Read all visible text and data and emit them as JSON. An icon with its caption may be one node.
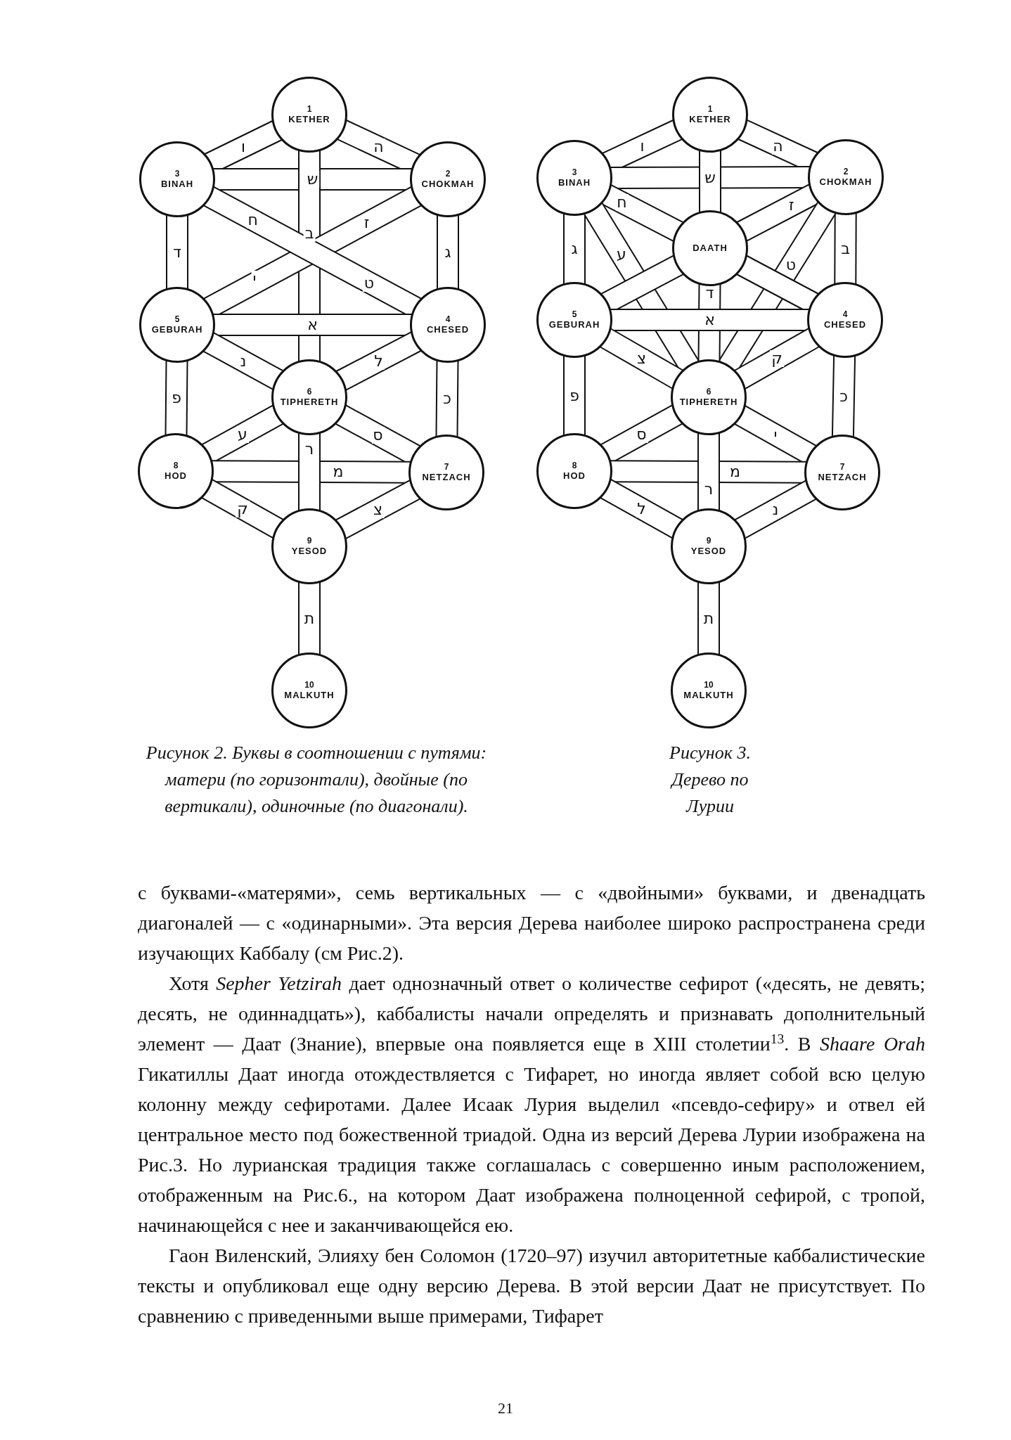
{
  "diagram": {
    "nodes": [
      {
        "text": [
          "1",
          "KETHER"
        ]
      },
      {
        "text": [
          "3",
          "BINAH"
        ]
      },
      {
        "text": [
          "2",
          "CHOKMAH"
        ]
      },
      {
        "text": [
          "5",
          "GEBURAH"
        ]
      },
      {
        "text": [
          "4",
          "CHESED"
        ]
      },
      {
        "text": [
          "6",
          "TIPHERETH"
        ]
      },
      {
        "text": [
          "8",
          "HOD"
        ]
      },
      {
        "text": [
          "7",
          "NETZACH"
        ]
      },
      {
        "text": [
          "9",
          "YESOD"
        ]
      },
      {
        "text": [
          "10",
          "MALKUTH"
        ]
      },
      {
        "text": [
          "1",
          "KETHER"
        ]
      },
      {
        "text": [
          "3",
          "BINAH"
        ]
      },
      {
        "text": [
          "2",
          "CHOKMAH"
        ]
      },
      {
        "text": [
          "DAATH"
        ]
      },
      {
        "text": [
          "5",
          "GEBURAH"
        ]
      },
      {
        "text": [
          "4",
          "CHESED"
        ]
      },
      {
        "text": [
          "6",
          "TIPHERETH"
        ]
      },
      {
        "text": [
          "8",
          "HOD"
        ]
      },
      {
        "text": [
          "7",
          "NETZACH"
        ]
      },
      {
        "text": [
          "9",
          "YESOD"
        ]
      },
      {
        "text": [
          "10",
          "MALKUTH"
        ]
      }
    ],
    "edges": [
      {
        "from": 0,
        "to": 2,
        "arrow": "none",
        "label": "ה"
      },
      {
        "from": 0,
        "to": 1,
        "arrow": "none",
        "label": "ו"
      },
      {
        "from": 1,
        "to": 2,
        "arrow": "none",
        "label": "ש"
      },
      {
        "from": 0,
        "to": 5,
        "arrow": "none",
        "label": "ב"
      },
      {
        "from": 2,
        "to": 3,
        "arrow": "none",
        "label": "ז"
      },
      {
        "from": 1,
        "to": 4,
        "arrow": "none",
        "label": "ח"
      },
      {
        "from": 1,
        "to": 3,
        "arrow": "none",
        "label": "ד"
      },
      {
        "from": 2,
        "to": 4,
        "arrow": "none",
        "label": "ג"
      },
      {
        "from": 3,
        "to": 4,
        "arrow": "none",
        "label": "א"
      },
      {
        "from": 3,
        "to": 5,
        "arrow": "none",
        "label": "נ"
      },
      {
        "from": 4,
        "to": 5,
        "arrow": "none",
        "label": "ל"
      },
      {
        "from": 3,
        "to": 6,
        "arrow": "none",
        "label": "פ"
      },
      {
        "from": 4,
        "to": 7,
        "arrow": "none",
        "label": "כ"
      },
      {
        "from": 5,
        "to": 6,
        "arrow": "none",
        "label": "ע"
      },
      {
        "from": 5,
        "to": 7,
        "arrow": "none",
        "label": "ס"
      },
      {
        "from": 6,
        "to": 7,
        "arrow": "none",
        "label": "מ"
      },
      {
        "from": 5,
        "to": 8,
        "arrow": "none",
        "label": "ר"
      },
      {
        "from": 6,
        "to": 8,
        "arrow": "none",
        "label": "ק"
      },
      {
        "from": 7,
        "to": 8,
        "arrow": "none",
        "label": "צ"
      },
      {
        "from": 8,
        "to": 9,
        "arrow": "none",
        "label": "ת"
      },
      {
        "from": 10,
        "to": 12,
        "arrow": "none",
        "label": "ה"
      },
      {
        "from": 10,
        "to": 11,
        "arrow": "none",
        "label": "ו"
      },
      {
        "from": 11,
        "to": 12,
        "arrow": "none",
        "label": "ש"
      },
      {
        "from": 10,
        "to": 13,
        "arrow": "none"
      },
      {
        "from": 11,
        "to": 13,
        "arrow": "none",
        "label": "ח"
      },
      {
        "from": 12,
        "to": 13,
        "arrow": "none",
        "label": "ז"
      },
      {
        "from": 11,
        "to": 14,
        "arrow": "none",
        "label": "ג"
      },
      {
        "from": 12,
        "to": 15,
        "arrow": "none",
        "label": "ב"
      },
      {
        "from": 11,
        "to": 16,
        "arrow": "none",
        "label": "ע"
      },
      {
        "from": 12,
        "to": 16,
        "arrow": "none",
        "label": "ט"
      },
      {
        "from": 13,
        "to": 14,
        "arrow": "none"
      },
      {
        "from": 13,
        "to": 15,
        "arrow": "none"
      },
      {
        "from": 13,
        "to": 16,
        "arrow": "none",
        "label": "ד"
      },
      {
        "from": 14,
        "to": 15,
        "arrow": "none",
        "label": "א"
      },
      {
        "from": 14,
        "to": 16,
        "arrow": "none",
        "label": "צ"
      },
      {
        "from": 15,
        "to": 16,
        "arrow": "none",
        "label": "ק"
      },
      {
        "from": 14,
        "to": 17,
        "arrow": "none",
        "label": "פ"
      },
      {
        "from": 15,
        "to": 18,
        "arrow": "none",
        "label": "כ"
      },
      {
        "from": 16,
        "to": 17,
        "arrow": "none",
        "label": "ס"
      },
      {
        "from": 16,
        "to": 18,
        "arrow": "none",
        "label": "י"
      },
      {
        "from": 17,
        "to": 18,
        "arrow": "none",
        "label": "מ"
      },
      {
        "from": 16,
        "to": 19,
        "arrow": "none",
        "label": "ר"
      },
      {
        "from": 17,
        "to": 19,
        "arrow": "none",
        "label": "ל"
      },
      {
        "from": 18,
        "to": 19,
        "arrow": "none",
        "label": "נ"
      },
      {
        "from": 19,
        "to": 20,
        "arrow": "none",
        "label": "ת"
      }
    ],
    "labels": [
      "Рисунок 2. Буквы в соотношении с путями: матери (по горизонтали), двойные (по вертикали), одиночные (по диагонали).",
      "Рисунок 3. Дерево по Лурии",
      "с буквами-«матерями», семь вертикальных — с «двойными» буквами, и двенадцать диагоналей — с «одинарными». Эта версия Дерева наиболее широко распространена среди изучающих Каббалу (см Рис.2).",
      "Хотя *Sepher Yetzirah* дает однозначный ответ о количестве сефирот («десять, не девять; десять, не одиннадцать»), каббалисты начали определять и признавать дополнительный элемент — Даат (Знание), впервые она появляется еще в XIII столетии$^{13}$. В *Shaare Orah* Гикатиллы Даат иногда отождествляется с Тифарет, но иногда являет собой всю целую колонну между сефиротами. Далее Исаак Лурия выделил «псевдо-сефиру» и отвел ей центральное место под божественной триадой. Одна из версий Дерева Лурии изображена на Рис.3. Но лурианская традиция также соглашалась с совершенно иным расположением, отображенным на Рис.6., на котором Даат изображена полноценной сефирой, с тропой, начинающейся с нее и заканчивающейся ею.",
      "Гаон Виленский, Элияху бен Соломон (1720–97) изучил авторитетные каббалистические тексты и опубликовал еще одну версию Дерева. В этой версии Даат не присутствует. По сравнению с приведенными выше примерами, Тифарет",
      "21",
      "י",
      "ט"
    ]
  }
}
